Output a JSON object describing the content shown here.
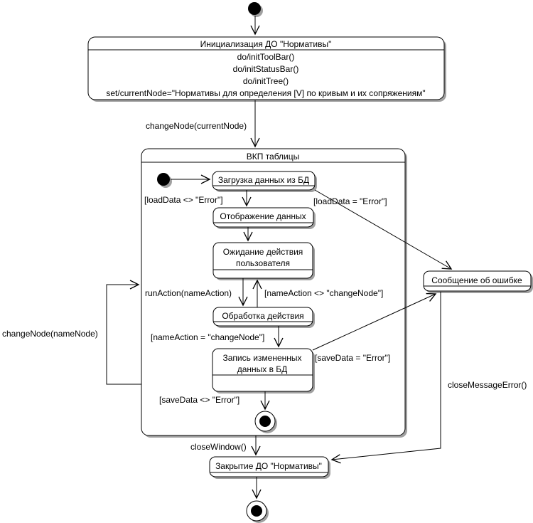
{
  "colors": {
    "line": "#000000",
    "fill": "#ffffff",
    "shadow": "#a0a0a0"
  },
  "nodes": {
    "init": {
      "title": "Инициализация ДО \"Нормативы\"",
      "actions": [
        "do/initToolBar()",
        "do/initStatusBar()",
        "do/initTree()",
        "set/currentNode=\"Нормативы для определения [V] по кривым и их сопряжениям\""
      ]
    },
    "composite": {
      "title": "ВКП таблицы"
    },
    "load": {
      "label": "Загрузка данных из БД"
    },
    "display": {
      "label": "Отображение данных"
    },
    "wait": {
      "label_line1": "Ожидание действия",
      "label_line2": "пользователя"
    },
    "process": {
      "label": "Обработка действия"
    },
    "save": {
      "label_line1": "Запись измененных",
      "label_line2": "данных в БД"
    },
    "error": {
      "label": "Сообщение об ошибке"
    },
    "close": {
      "label": "Закрытие ДО \"Нормативы\""
    }
  },
  "transitions": {
    "change_node_current": "changeNode(currentNode)",
    "load_ok": "[loadData <> \"Error\"]",
    "load_error": "[loadData = \"Error\"]",
    "run_action": "runAction(nameAction)",
    "name_action_other": "[nameAction <> \"changeNode\"]",
    "name_action_change": "[nameAction = \"changeNode\"]",
    "save_error": "[saveData = \"Error\"]",
    "save_ok": "[saveData <> \"Error\"]",
    "change_node_name": "changeNode(nameNode)",
    "close_window": "closeWindow()",
    "close_message_error": "closeMessageError()"
  }
}
